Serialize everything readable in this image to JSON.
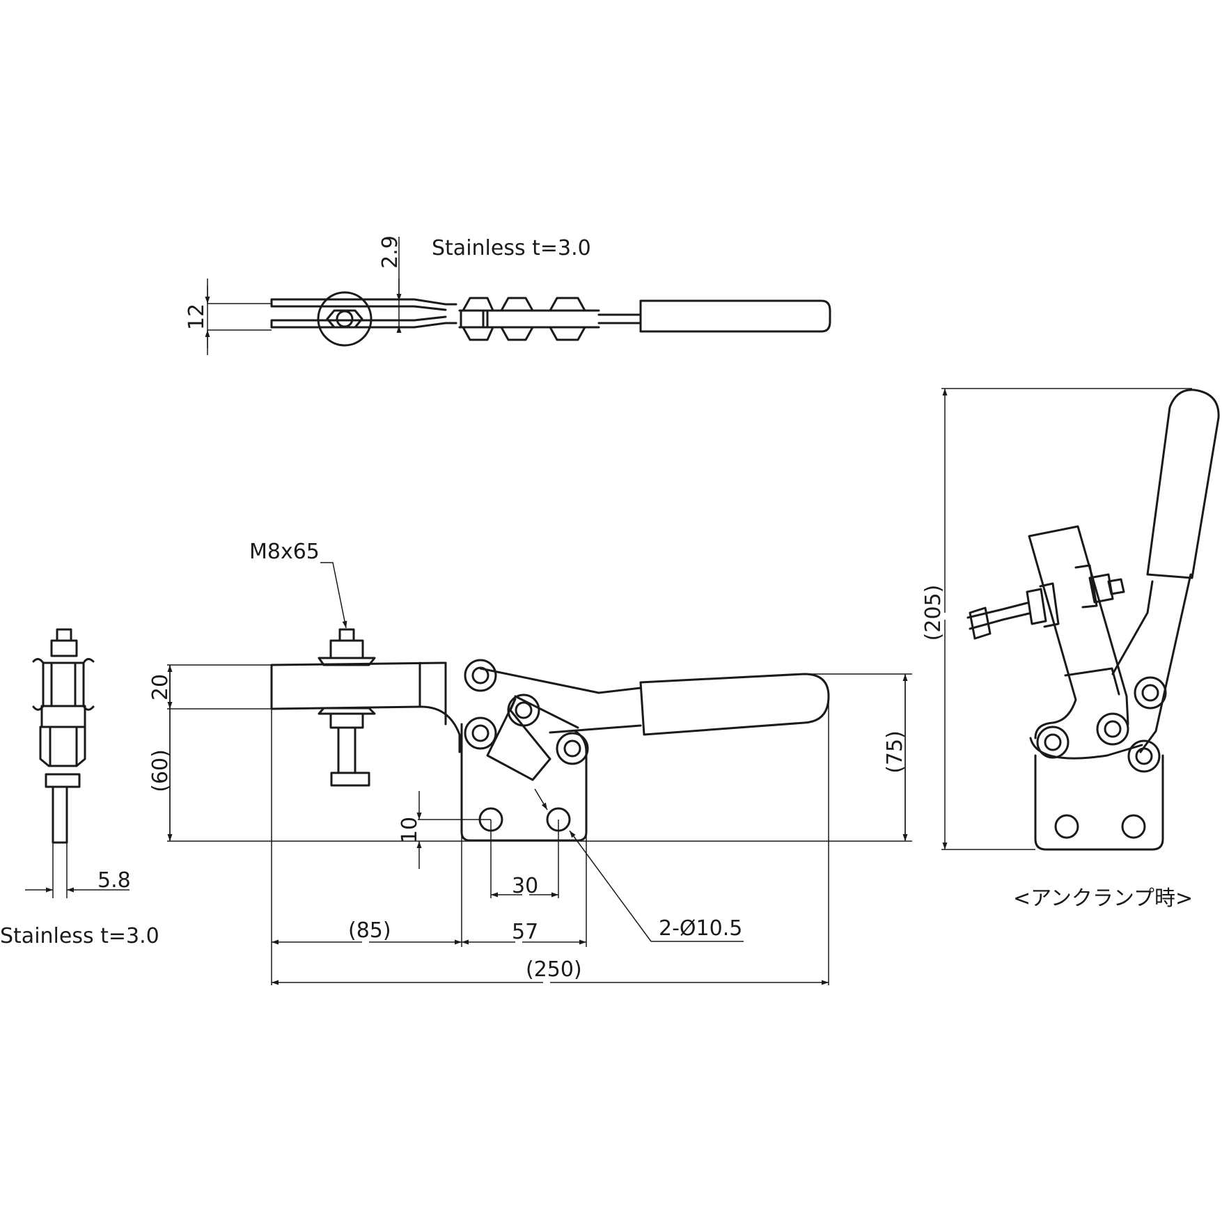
{
  "labels": {
    "material_top": "Stainless t=3.0",
    "material_side": "Stainless t=3.0",
    "dim_2_9": "2.9",
    "dim_12": "12",
    "dim_20": "20",
    "dim_60": "(60)",
    "dim_75": "(75)",
    "dim_205": "(205)",
    "dim_10": "10",
    "dim_30": "30",
    "dim_85": "(85)",
    "dim_57": "57",
    "dim_250": "(250)",
    "dim_5_8": "5.8",
    "bolt_spec": "M8x65",
    "holes_spec": "2-Ø10.5",
    "unclamp_caption": "<アンクランプ時>"
  }
}
